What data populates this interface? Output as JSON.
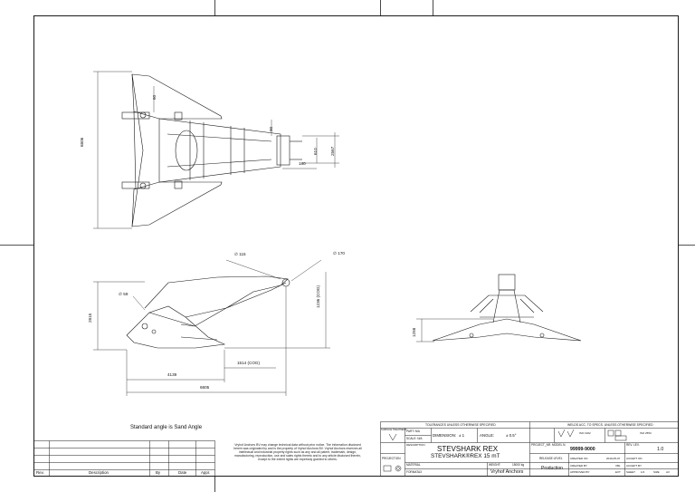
{
  "dimensions": {
    "top_view": {
      "width": "6806",
      "d60": "60",
      "d90": "90",
      "d610": "610",
      "d2567": "2567",
      "d180": "180"
    },
    "side_view": {
      "dia115": "∅ 115",
      "dia170": "∅ 170",
      "dia59": "∅ 59",
      "height": "2815",
      "cog_v": "1236 (COG)",
      "cog_h": "1514 (COG)",
      "d4139": "4139",
      "d6805": "6805"
    },
    "front_view": {
      "height": "1258"
    }
  },
  "note": "Standard angle is Sand Angle",
  "revision_table": {
    "headers": {
      "rev": "Rev.",
      "description": "Description",
      "by": "By",
      "date": "Date",
      "appr": "Appr."
    }
  },
  "notice_text": "Vryhof Anchors BV may change technical data without prior notice. The information disclosed herein was originated by and is the property of Vryhof Anchors BV. Vryhof Anchors reserves all intellectual and industrial property rights such as any and all patent, trademark, design, manufacturing, reproduction, use and sales rights thereto and to any article disclosed therein, except to the extent rights are expressly granted to others.",
  "title_block": {
    "tolerances_header": "TOLERANCES UNLESS OTHERWISE SPECIFIED",
    "welds_header": "WELDS ACC. TO SPECS. UNLESS OTHERWISE SPECIFIED",
    "surface_treatment": "SURFACE TREATMENT",
    "part": "PART: N/A",
    "scale": "SCALE: N/A",
    "dimension_label": "DIMENSION:",
    "dimension_value": "± 1",
    "angle_label": "ANGLE:",
    "angle_value": "± 0.5°",
    "iso_a": "ISO 1302",
    "iso_b": "ISO 2553",
    "description_label": "DESCRIPTION",
    "title_1": "STEVSHARK REX",
    "title_2": "STEVSHARK®REX 15 mT",
    "projection": "PROJECTION",
    "material": "MATERIAL",
    "weight": "WEIGHT:",
    "weight_value": "15000 kg",
    "format": "FORMAT",
    "format_value": "A3",
    "company": "Vryhof Anchors",
    "project_label": "PROJECT_NR. MODEL N.",
    "project_nr": "99999-9000",
    "rev_label": "REV. LEV.",
    "rev_value": "1.0",
    "release_label": "RELEASE LEVEL",
    "release_value": "Production",
    "created_on_label": "CREATED ON",
    "created_on_value": "2019-05-07",
    "accept_on_label": "ACCEPT ON",
    "created_by_label": "CREATED BY",
    "created_by_value": "VBL",
    "accept_by_label": "ACCEPT BY",
    "approved_by_label": "APPROVED BY",
    "approved_by_value": "EVT",
    "sheet_label": "SHEET",
    "sheet_value": "1/4",
    "size_label": "SIZE",
    "size_value": "A3"
  },
  "colors": {
    "line": "#1a1a1a",
    "background": "#ffffff"
  }
}
